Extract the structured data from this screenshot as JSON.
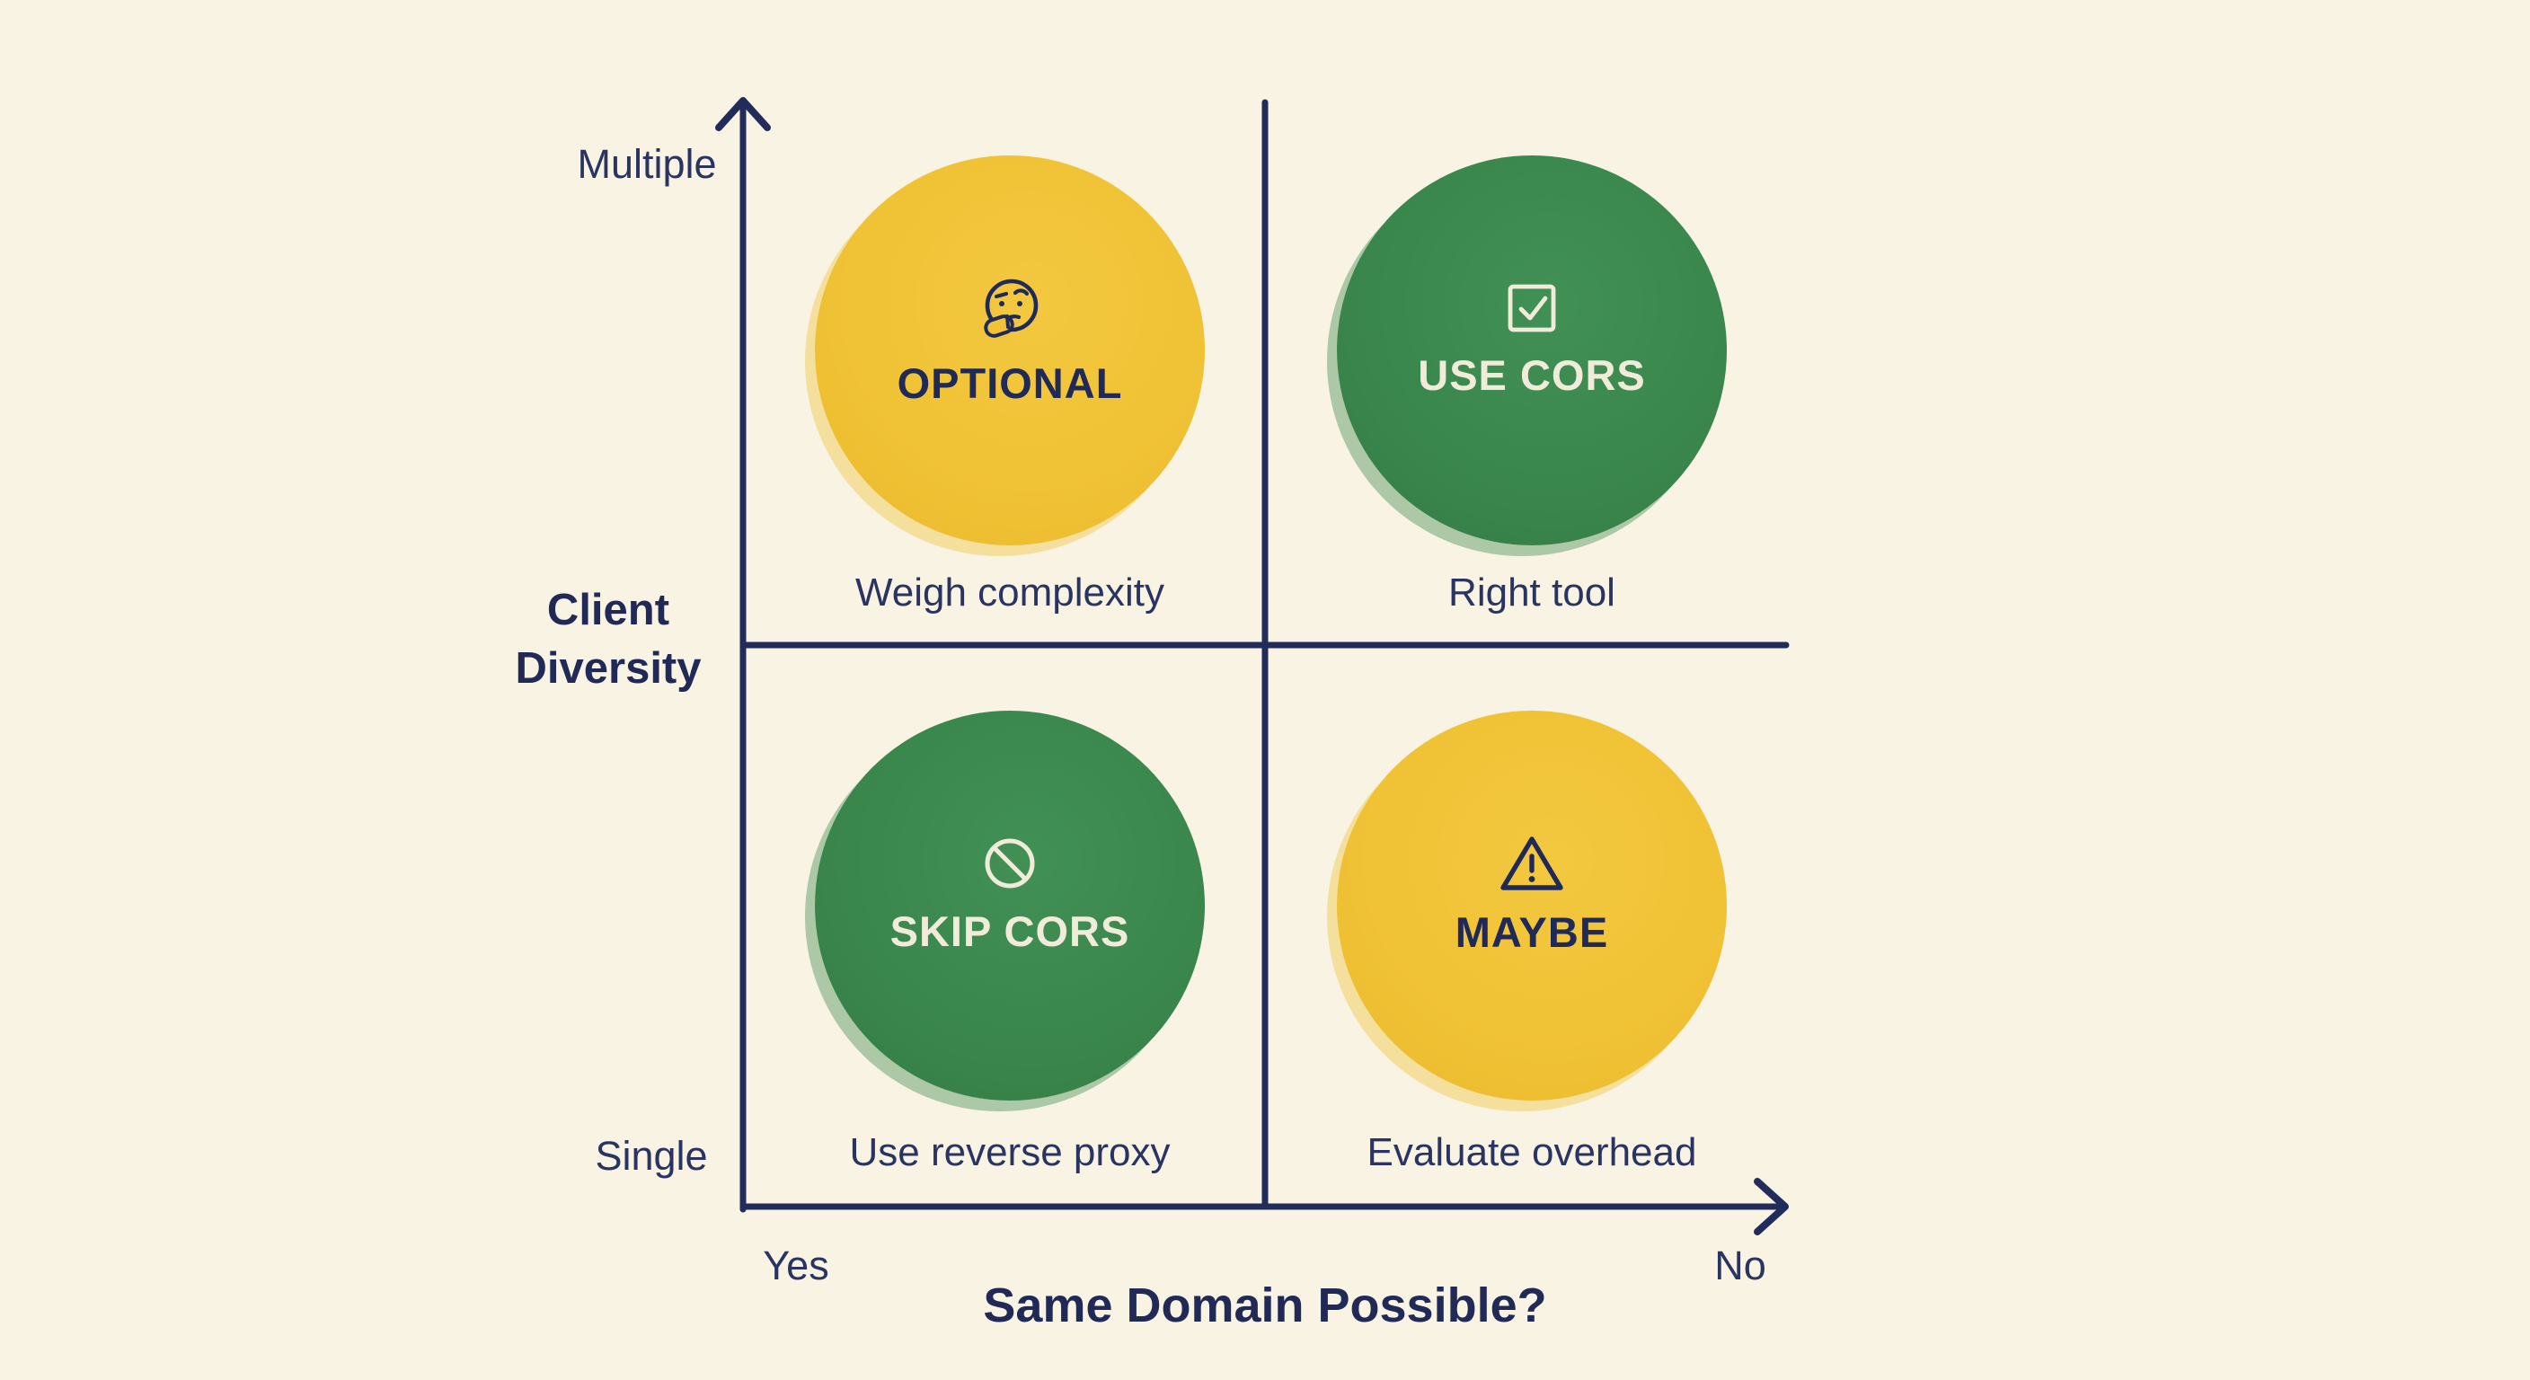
{
  "colors": {
    "background": "#f8f3e2",
    "axis_navy": "#222c5b",
    "text_navy": "#27305e",
    "circle_yellow": "#f0c235",
    "circle_green": "#3a874d",
    "cream_text_on_green": "#f1ecd9"
  },
  "y_axis": {
    "title_line1": "Client",
    "title_line2": "Diversity",
    "top_label": "Multiple",
    "bottom_label": "Single"
  },
  "x_axis": {
    "title": "Same Domain Possible?",
    "left_label": "Yes",
    "right_label": "No"
  },
  "quadrants": {
    "top_left": {
      "badge": "OPTIONAL",
      "caption": "Weigh complexity",
      "icon": "thinking-face-icon",
      "circle_color": "yellow"
    },
    "top_right": {
      "badge": "USE CORS",
      "caption": "Right tool",
      "icon": "checkbox-checked-icon",
      "circle_color": "green"
    },
    "bottom_left": {
      "badge": "SKIP CORS",
      "caption": "Use reverse proxy",
      "icon": "prohibited-icon",
      "circle_color": "green"
    },
    "bottom_right": {
      "badge": "MAYBE",
      "caption": "Evaluate overhead",
      "icon": "warning-triangle-icon",
      "circle_color": "yellow"
    }
  }
}
